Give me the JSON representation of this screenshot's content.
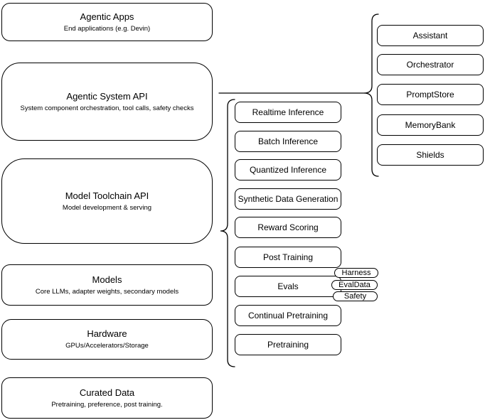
{
  "diagram": {
    "left_stack": [
      {
        "title": "Agentic Apps",
        "subtitle": "End applications (e.g. Devin)"
      },
      {
        "title": "Agentic System API",
        "subtitle": "System component orchestration, tool calls, safety checks"
      },
      {
        "title": "Model Toolchain API",
        "subtitle": "Model development & serving"
      },
      {
        "title": "Models",
        "subtitle": "Core LLMs, adapter weights, secondary models"
      },
      {
        "title": "Hardware",
        "subtitle": "GPUs/Accelerators/Storage"
      },
      {
        "title": "Curated Data",
        "subtitle": "Pretraining, preference, post training."
      }
    ],
    "toolchain_group": {
      "items": [
        "Realtime Inference",
        "Batch Inference",
        "Quantized Inference",
        "Synthetic Data Generation",
        "Reward Scoring",
        "Post Training",
        "Evals",
        "Continual Pretraining",
        "Pretraining"
      ]
    },
    "evals_tags": [
      "Harness",
      "EvalData",
      "Safety"
    ],
    "system_components_group": {
      "items": [
        "Assistant",
        "Orchestrator",
        "PromptStore",
        "MemoryBank",
        "Shields"
      ]
    },
    "colors": {
      "stroke": "#000000",
      "fill": "#ffffff",
      "text": "#000000"
    }
  }
}
